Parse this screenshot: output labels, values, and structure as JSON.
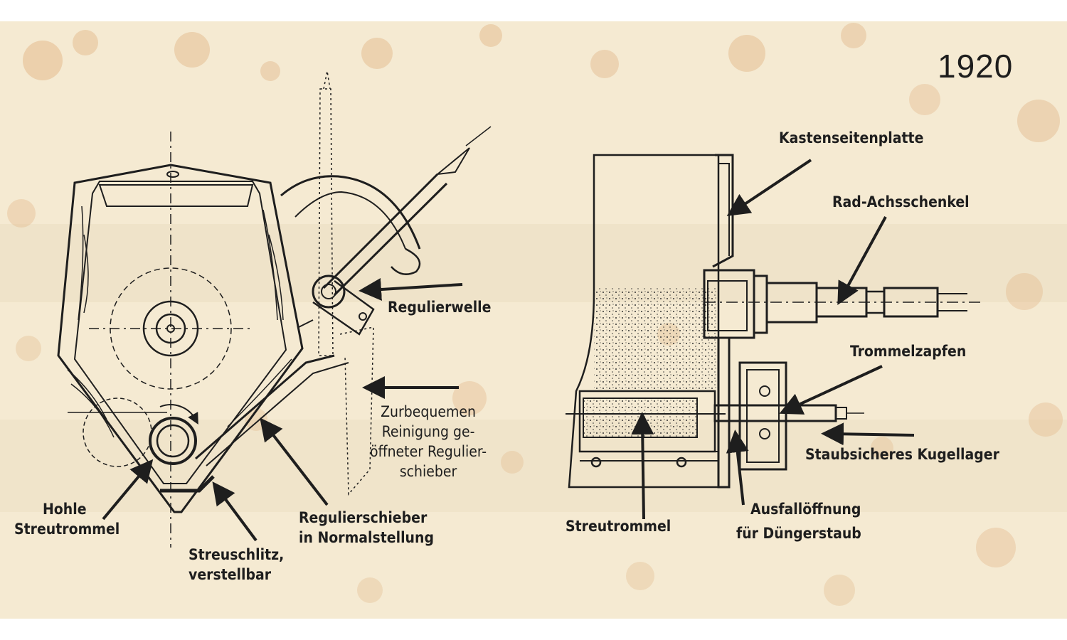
{
  "year": "1920",
  "labels": {
    "kastenseitenplatte": "Kastenseitenplatte",
    "rad_achsschenkel": "Rad-Achsschenkel",
    "trommelzapfen": "Trommelzapfen",
    "staubsicheres_kugellager": "Staubsicheres Kugellager",
    "ausfalloeffnung_1": "Ausfallöffnung",
    "ausfalloeffnung_2": "für Düngerstaub",
    "streutrommel_right": "Streutrommel",
    "regulierwelle": "Regulierwelle",
    "reinigung_1": "Zurbequemen",
    "reinigung_2": "Reinigung ge-",
    "reinigung_3": "öffneter Regulier-",
    "reinigung_4": "schieber",
    "regulierschieber_1": "Regulierschieber",
    "regulierschieber_2": "in Normalstellung",
    "streuschlitz_1": "Streuschlitz,",
    "streuschlitz_2": "verstellbar",
    "hohle_1": "Hohle",
    "hohle_2": "Streutrommel"
  },
  "colors": {
    "paper": "#f5ead2",
    "ink": "#1e1e1e",
    "stain": "#e3b98c",
    "stripe": "#eadfc6"
  }
}
